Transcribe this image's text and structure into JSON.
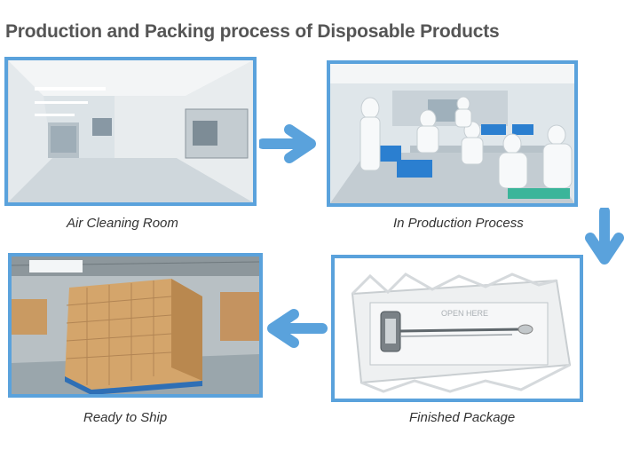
{
  "title": "Production and Packing process of Disposable Products",
  "steps": [
    {
      "label": "Air Cleaning Room",
      "photo": "clean-room-corridor"
    },
    {
      "label": "In Production Process",
      "photo": "workers-in-production-room"
    },
    {
      "label": "Finished Package",
      "photo": "sealed-device-package"
    },
    {
      "label": "Ready to Ship",
      "photo": "warehouse-carton-stacks"
    }
  ],
  "colors": {
    "frame": "#5aa2dc",
    "arrow": "#5aa2dc",
    "title": "#555555"
  },
  "arrows": [
    "arrow-right-icon",
    "arrow-down-icon",
    "arrow-left-icon"
  ]
}
